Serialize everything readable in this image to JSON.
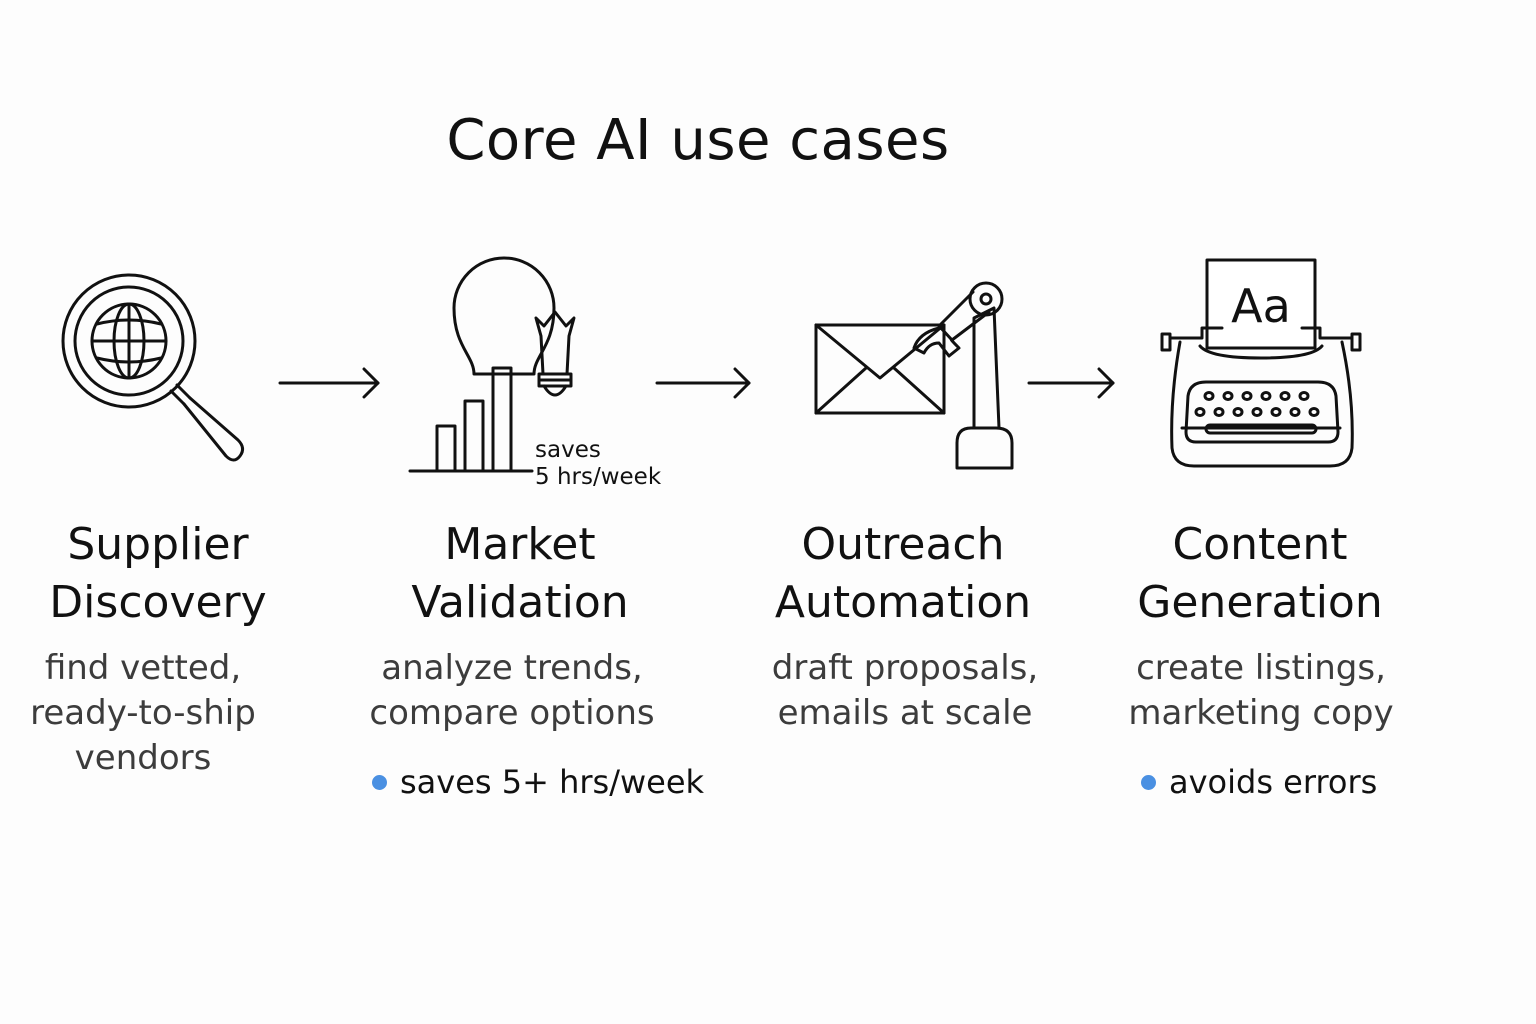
{
  "title": "Core AI use cases",
  "colors": {
    "bullet": "#4a90e2",
    "stroke": "#111111"
  },
  "steps": [
    {
      "icon": "magnifier-globe-icon",
      "title_lines": [
        "Supplier",
        "Discovery"
      ],
      "desc_lines": [
        "find vetted,",
        "ready-to-ship",
        "vendors"
      ],
      "note": ""
    },
    {
      "icon": "lightbulb-bar-chart-icon",
      "title_lines": [
        "Market",
        "Validation"
      ],
      "desc_lines": [
        "analyze trends,",
        "compare options"
      ],
      "note": "saves 5+ hrs/week",
      "icon_note_lines": [
        "saves",
        "5 hrs/week"
      ]
    },
    {
      "icon": "envelope-robot-arm-icon",
      "title_lines": [
        "Outreach",
        "Automation"
      ],
      "desc_lines": [
        "draft proposals,",
        "emails at scale"
      ],
      "note": ""
    },
    {
      "icon": "typewriter-icon",
      "title_lines": [
        "Content",
        "Generation"
      ],
      "desc_lines": [
        "create listings,",
        "marketing copy"
      ],
      "note": "avoids errors",
      "icon_text": "Aa"
    }
  ],
  "arrows": [
    "arrow-right-icon",
    "arrow-right-icon",
    "arrow-right-icon"
  ]
}
